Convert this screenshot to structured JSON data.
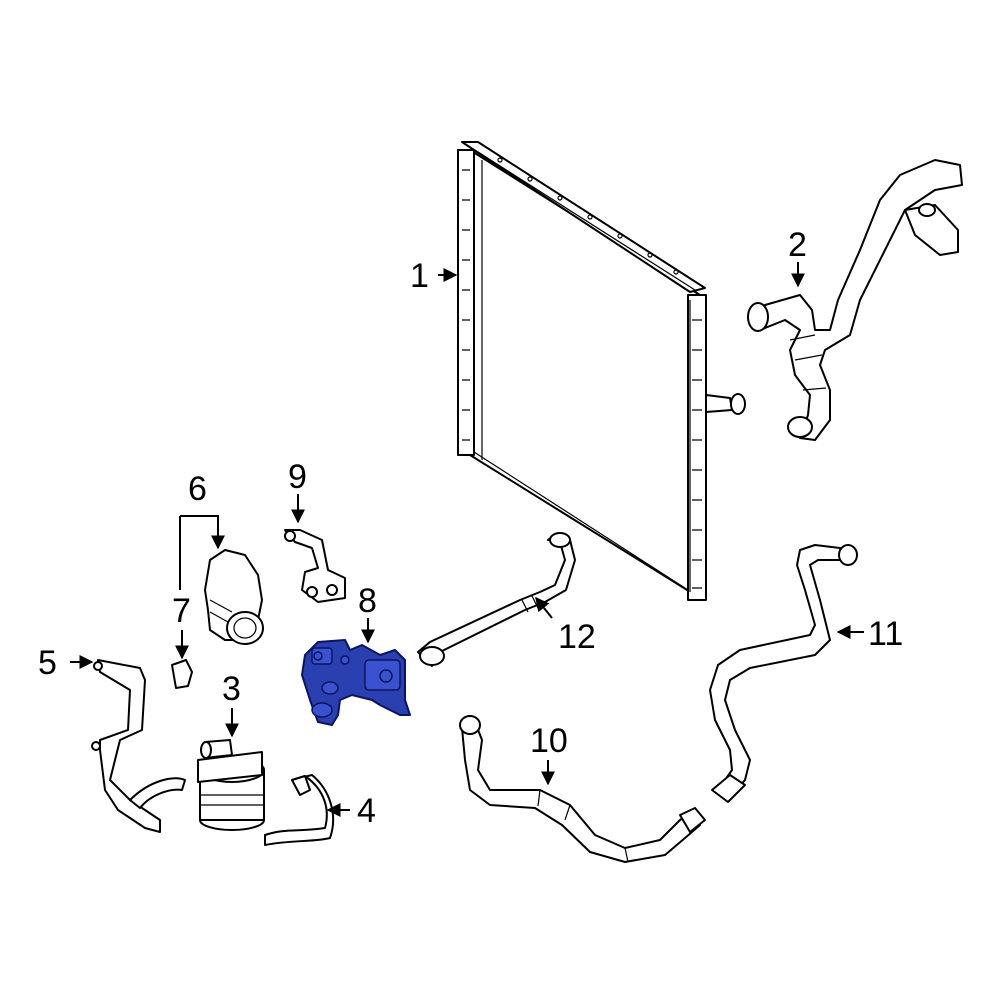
{
  "diagram": {
    "highlight_color": "#2a3fb0",
    "callouts": [
      {
        "id": "1",
        "text": "1"
      },
      {
        "id": "2",
        "text": "2"
      },
      {
        "id": "3",
        "text": "3"
      },
      {
        "id": "4",
        "text": "4"
      },
      {
        "id": "5",
        "text": "5"
      },
      {
        "id": "6",
        "text": "6"
      },
      {
        "id": "7",
        "text": "7"
      },
      {
        "id": "8",
        "text": "8"
      },
      {
        "id": "9",
        "text": "9"
      },
      {
        "id": "10",
        "text": "10"
      },
      {
        "id": "11",
        "text": "11"
      },
      {
        "id": "12",
        "text": "12"
      }
    ]
  }
}
